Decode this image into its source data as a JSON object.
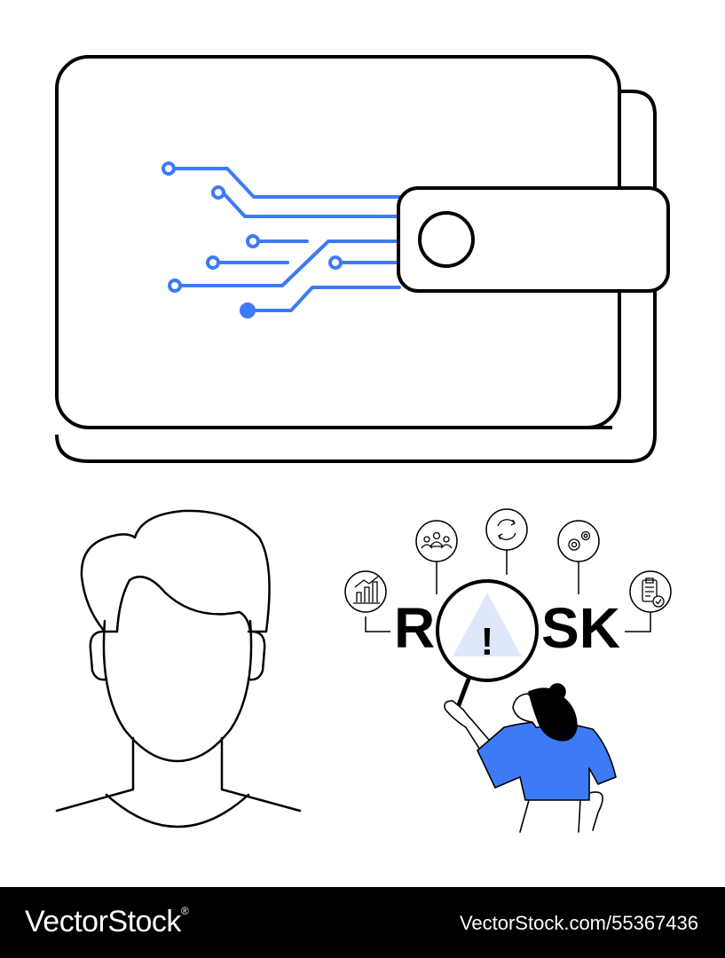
{
  "illustration": {
    "word": "RISK",
    "word_left": "R",
    "word_right": "SK",
    "alert_symbol": "!",
    "icons": [
      "bar-chart-icon",
      "people-icon",
      "refresh-icon",
      "gears-icon",
      "clipboard-check-icon"
    ]
  },
  "colors": {
    "accent": "#3d7af5",
    "warning_fill": "#dfe8fb",
    "ink": "#000000",
    "footer_bg": "#000000",
    "footer_text": "#ffffff"
  },
  "footer": {
    "brand": "VectorStock",
    "brand_mark": "®",
    "url_id": "VectorStock.com/55367436"
  }
}
